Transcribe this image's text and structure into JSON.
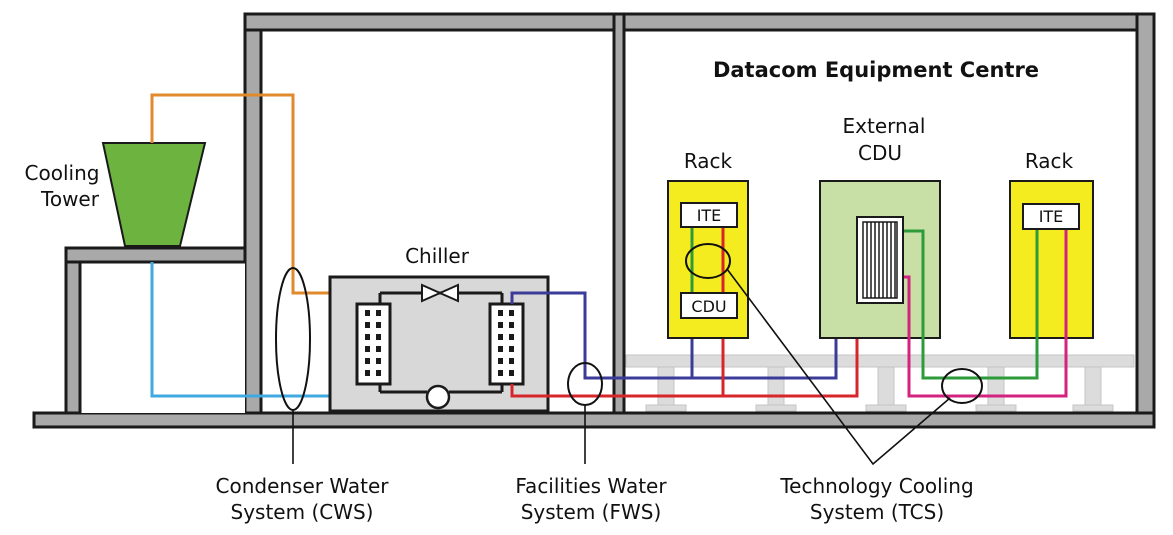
{
  "labels": {
    "cooling_tower": [
      "Cooling",
      "Tower"
    ],
    "chiller": "Chiller",
    "datacom": "Datacom Equipment Centre",
    "rack_left": "Rack",
    "rack_right": "Rack",
    "external_cdu": [
      "External",
      "CDU"
    ],
    "ite_left": "ITE",
    "ite_right": "ITE",
    "cdu_in_rack": "CDU",
    "cws": [
      "Condenser Water",
      "System (CWS)"
    ],
    "fws": [
      "Facilities Water",
      "System (FWS)"
    ],
    "tcs": [
      "Technology Cooling",
      "System (TCS)"
    ]
  },
  "colors": {
    "wall": "#a9a9a9",
    "outline": "#1a1a1a",
    "cooling_tower_fill": "#6db33f",
    "condenser_supply": "#e08a2c",
    "condenser_return": "#3fa9e0",
    "facilities_supply": "#3b3b9a",
    "facilities_return": "#d7262b",
    "tcs_green": "#2e9b3b",
    "tcs_magenta": "#d4227f",
    "rack_fill": "#f4ec1f",
    "cdu_fill": "#c8e0a6",
    "chiller_fill": "#d8d8d8"
  },
  "icons": [
    "valve-icon",
    "pump-icon",
    "heat-exchanger-icon"
  ]
}
